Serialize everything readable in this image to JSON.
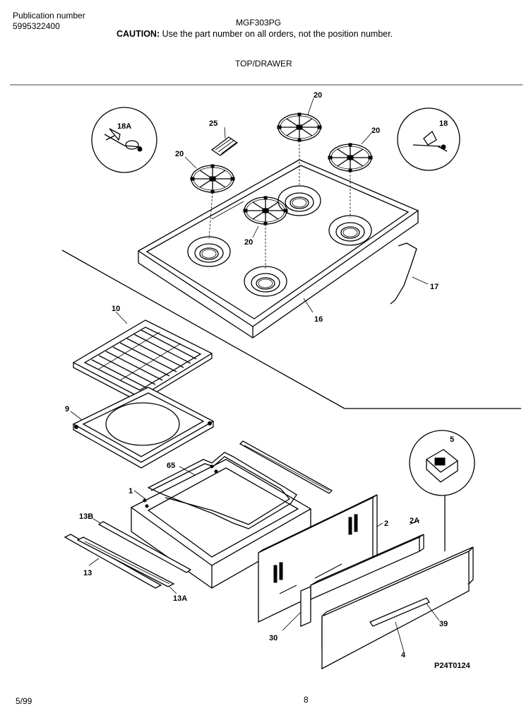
{
  "header": {
    "publication_label": "Publication number",
    "publication_number": "5995322400",
    "model": "MGF303PG",
    "caution_label": "CAUTION:",
    "caution_text": "Use the part number on all orders, not the position number.",
    "section_title": "TOP/DRAWER"
  },
  "footer": {
    "date": "5/99",
    "page": "8"
  },
  "diagram": {
    "drawing_id": "P24T0124",
    "part_callouts": [
      "18A",
      "25",
      "20",
      "20",
      "20",
      "20",
      "18",
      "17",
      "16",
      "10",
      "9",
      "65",
      "1",
      "13B",
      "13",
      "13A",
      "5",
      "2",
      "2A",
      "30",
      "39",
      "4"
    ]
  }
}
